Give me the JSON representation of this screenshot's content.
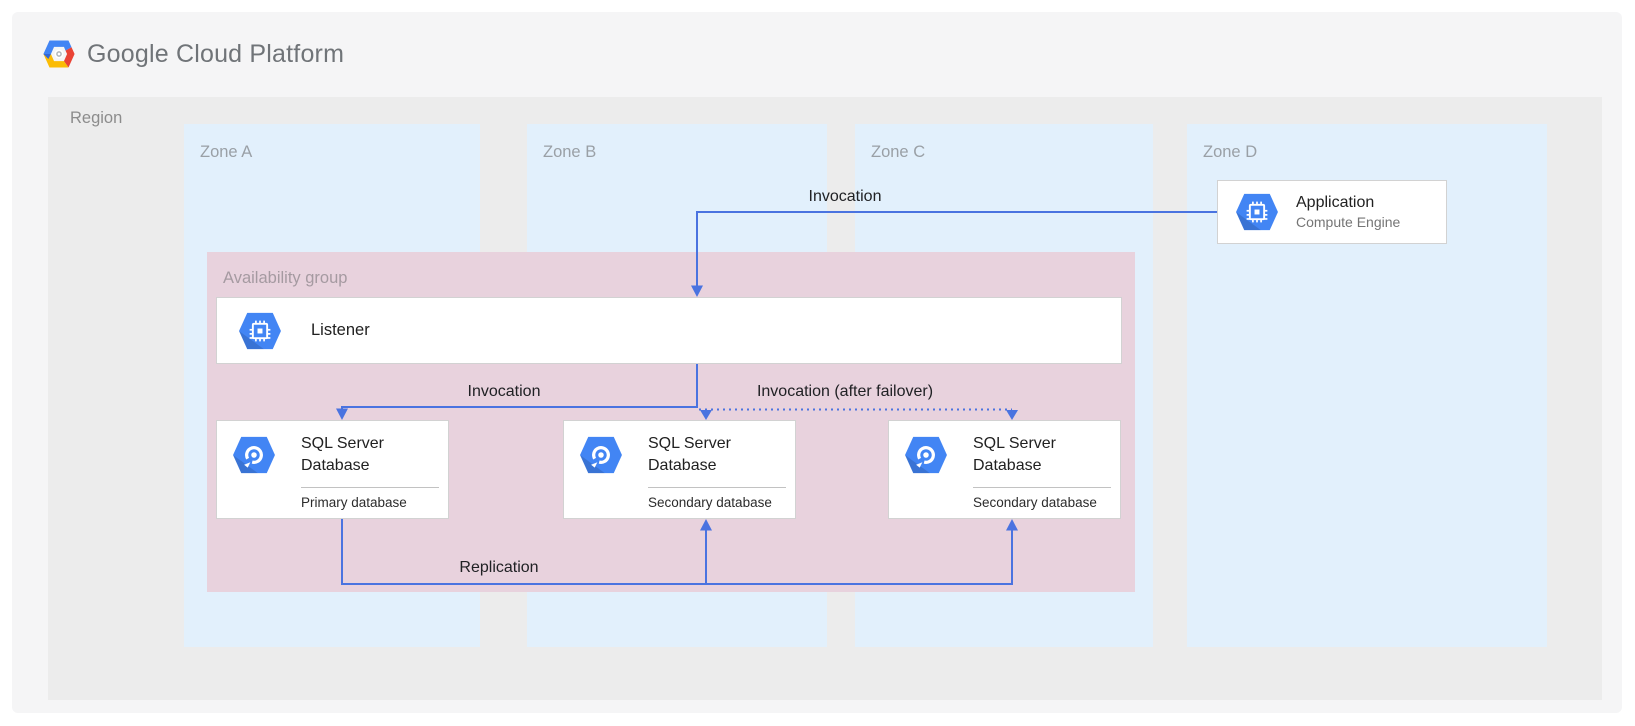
{
  "header": {
    "logo_text": "Google Cloud Platform"
  },
  "diagram": {
    "region_label": "Region",
    "zones": [
      {
        "label": "Zone A"
      },
      {
        "label": "Zone B"
      },
      {
        "label": "Zone C"
      },
      {
        "label": "Zone D"
      }
    ],
    "availability_group_label": "Availability group",
    "nodes": {
      "application": {
        "title": "Application",
        "subtitle": "Compute Engine",
        "icon": "compute-engine-icon"
      },
      "listener": {
        "title": "Listener",
        "icon": "compute-engine-icon"
      },
      "primary_db": {
        "title": "SQL Server Database",
        "subtitle": "Primary database",
        "icon": "sql-server-icon"
      },
      "secondary_db_1": {
        "title": "SQL Server Database",
        "subtitle": "Secondary database",
        "icon": "sql-server-icon"
      },
      "secondary_db_2": {
        "title": "SQL Server Database",
        "subtitle": "Secondary database",
        "icon": "sql-server-icon"
      }
    },
    "edge_labels": {
      "app_to_listener": "Invocation",
      "listener_to_primary": "Invocation",
      "listener_to_secondaries": "Invocation (after failover)",
      "replication": "Replication"
    }
  },
  "colors": {
    "canvas": "#F5F5F6",
    "region_fill": "#ECECEC",
    "zone_fill": "#E2F0FC",
    "availability_group_fill": "#E8D2DD",
    "node_border": "#D2D2D2",
    "arrow_blue": "#4A73E0",
    "icon_blue": "#4285F4",
    "logo_blue": "#4285F4",
    "logo_red": "#EA4335",
    "logo_yellow": "#FBBC05",
    "text_dark": "#212121",
    "text_gray": "#9AA0A6",
    "text_medium": "#757575"
  }
}
